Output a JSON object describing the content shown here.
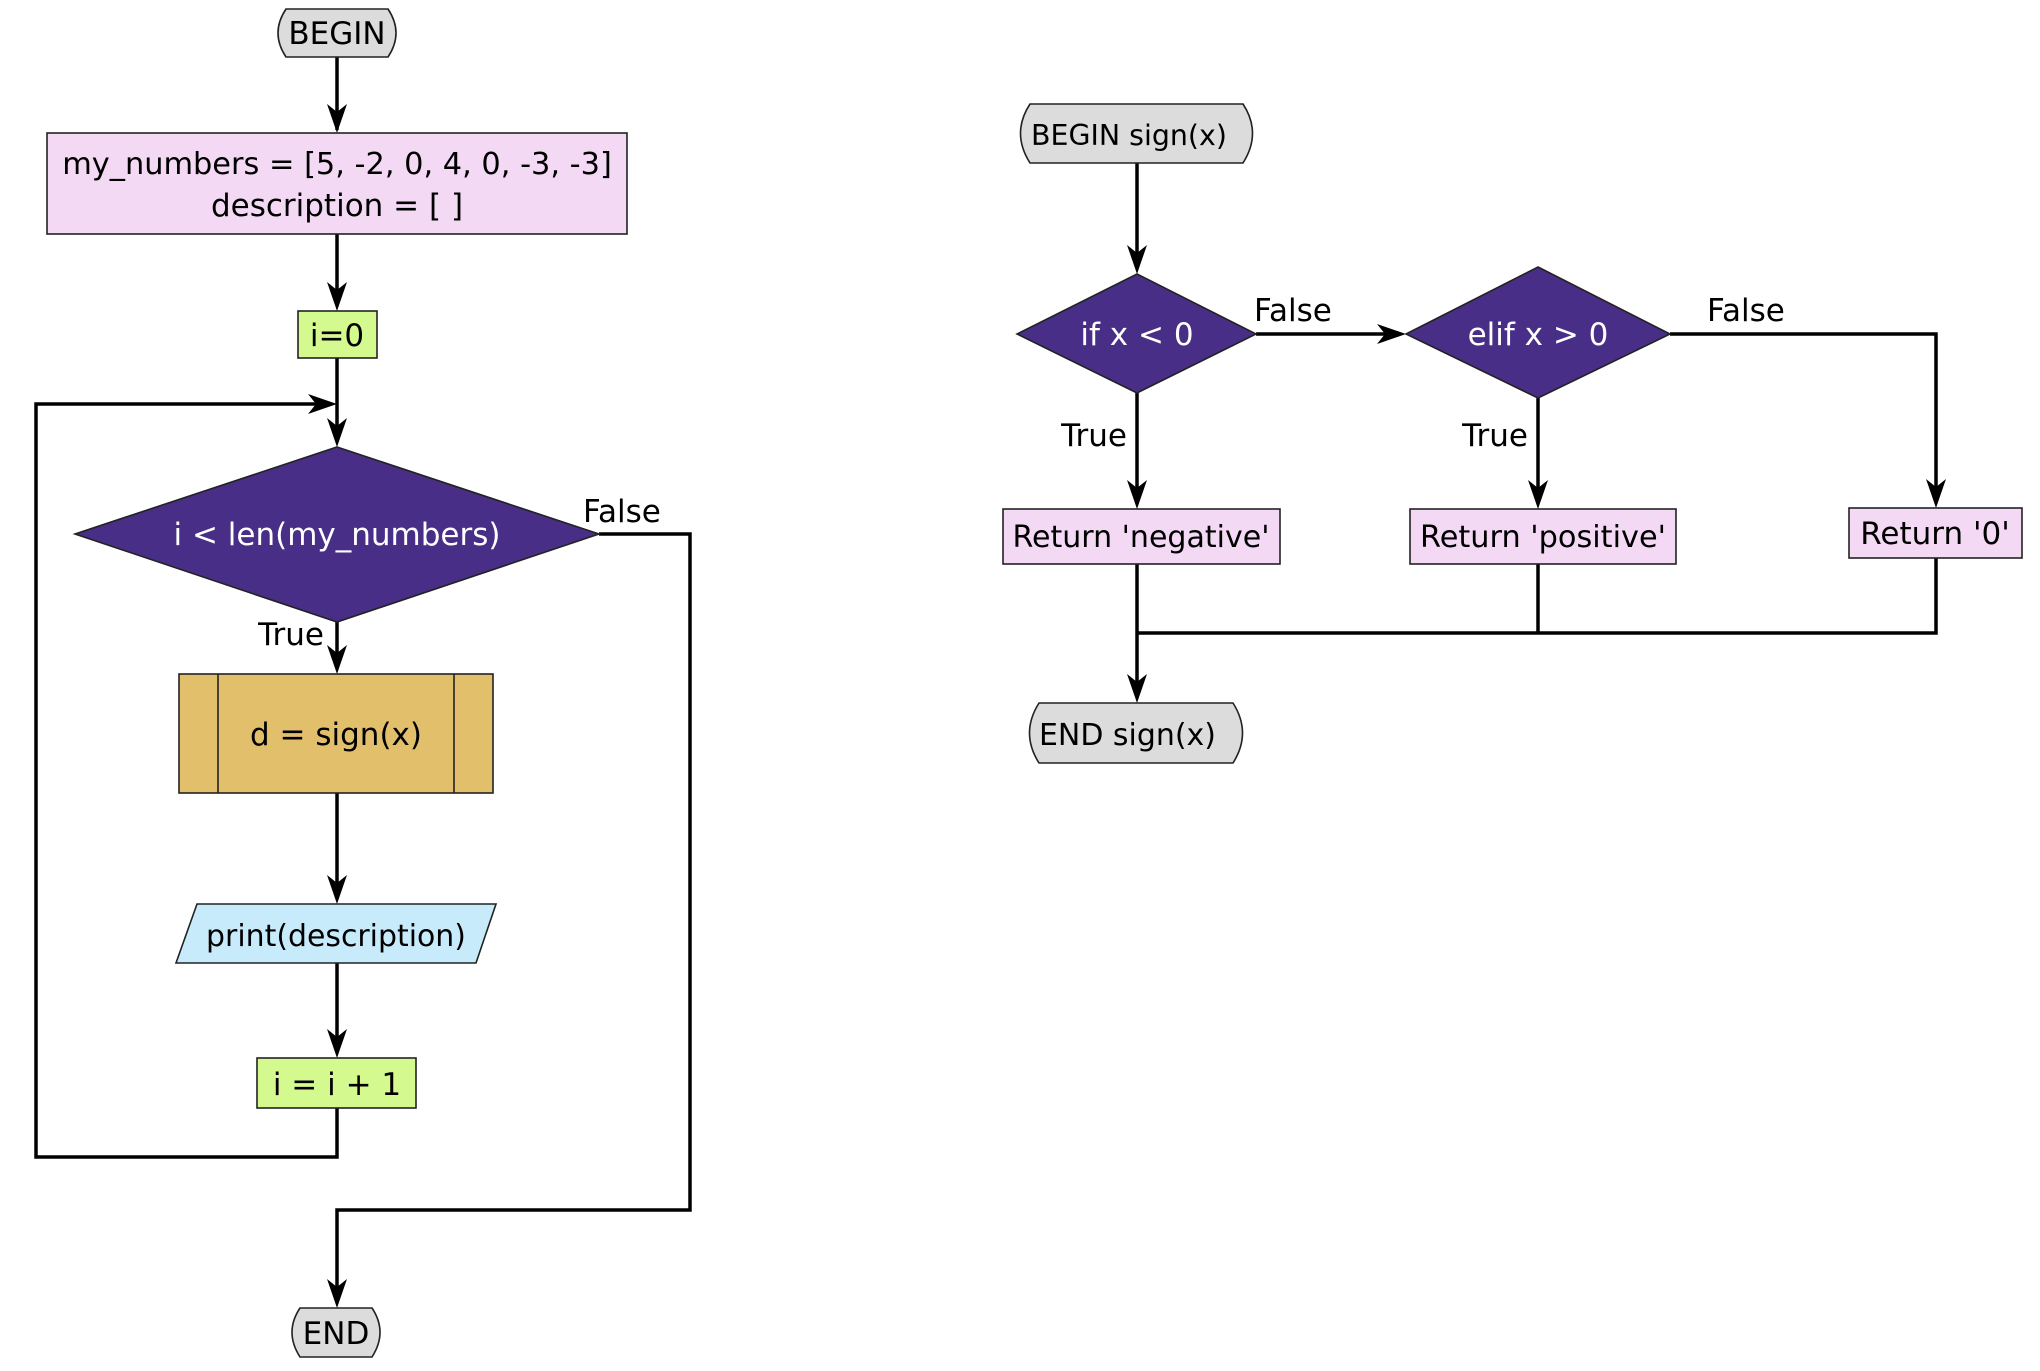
{
  "colors": {
    "terminal": "#dcdcdc",
    "process_pink": "#f3d9f4",
    "process_green": "#d4f98f",
    "predefined_process": "#e2bf6a",
    "io": "#c7ebfb",
    "decision": "#482e87",
    "edge": "#000000"
  },
  "main_flow": {
    "begin": "BEGIN",
    "init_line1": "my_numbers = [5, -2, 0, 4, 0, -3, -3]",
    "init_line2": "description = [ ]",
    "counter_init": "i=0",
    "loop_condition": "i < len(my_numbers)",
    "true_label": "True",
    "false_label": "False",
    "call": "d = sign(x)",
    "output": "print(description)",
    "increment": "i = i + 1",
    "end": "END"
  },
  "sign_function": {
    "begin": "BEGIN sign(x)",
    "condition1": "if x < 0",
    "condition2": "elif x > 0",
    "false_label1": "False",
    "false_label2": "False",
    "true_label1": "True",
    "true_label2": "True",
    "return_negative": "Return 'negative'",
    "return_positive": "Return 'positive'",
    "return_zero": "Return '0'",
    "end": "END sign(x)"
  }
}
